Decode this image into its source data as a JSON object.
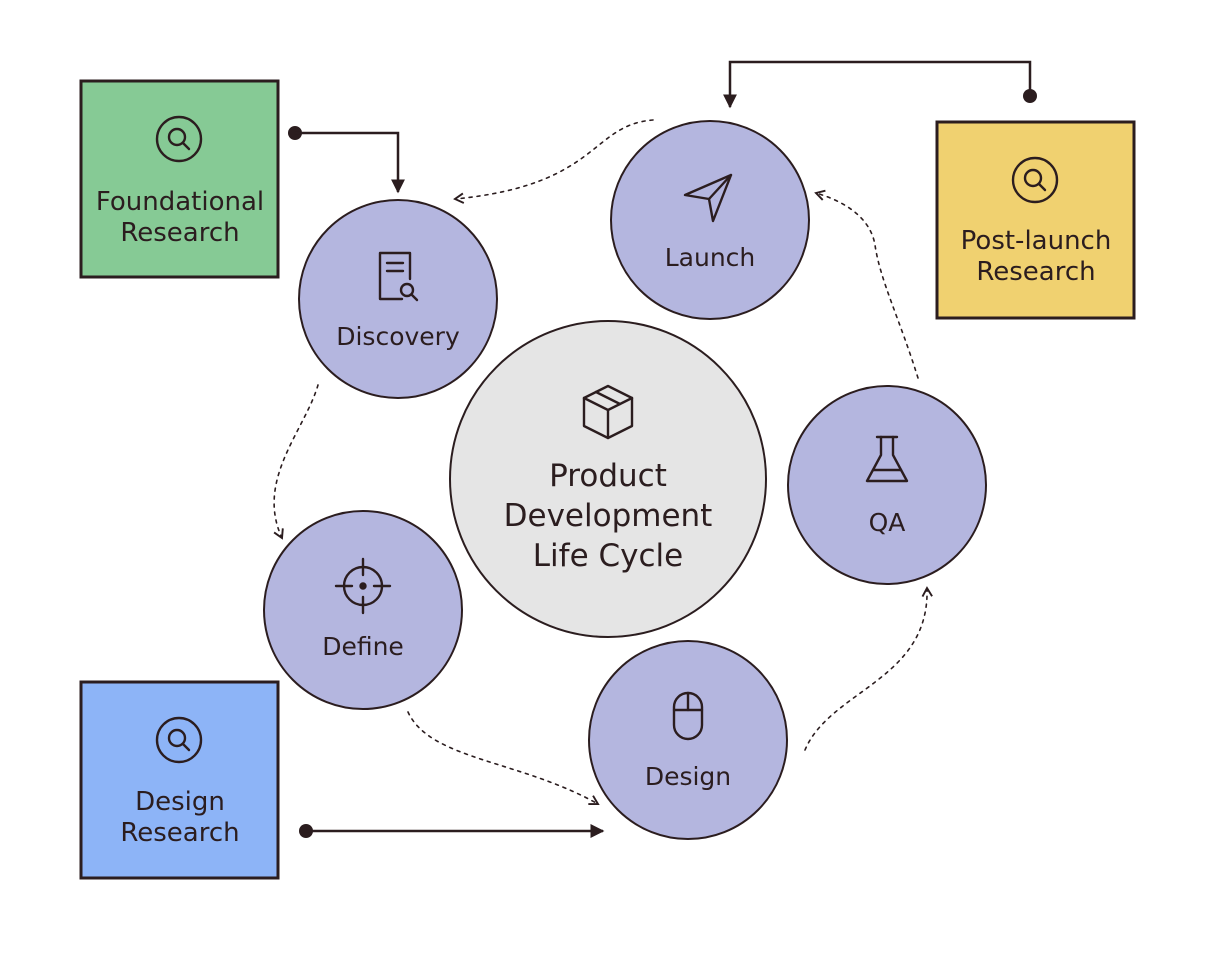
{
  "center": {
    "lines": [
      "Product",
      "Development",
      "Life Cycle"
    ],
    "icon": "box-icon"
  },
  "stages": {
    "discovery": {
      "label": "Discovery",
      "icon": "document-search-icon"
    },
    "define": {
      "label": "Define",
      "icon": "crosshair-icon"
    },
    "design": {
      "label": "Design",
      "icon": "mouse-icon"
    },
    "qa": {
      "label": "QA",
      "icon": "flask-icon"
    },
    "launch": {
      "label": "Launch",
      "icon": "paper-plane-icon"
    }
  },
  "research": {
    "foundational": {
      "lines": [
        "Foundational",
        "Research"
      ],
      "icon": "magnifier-icon",
      "color": "#86ca95",
      "feeds": "Discovery"
    },
    "design": {
      "lines": [
        "Design",
        "Research"
      ],
      "icon": "magnifier-icon",
      "color": "#8db4f7",
      "feeds": "Design"
    },
    "post_launch": {
      "lines": [
        "Post-launch",
        "Research"
      ],
      "icon": "magnifier-icon",
      "color": "#f0d170",
      "feeds": "Launch"
    }
  },
  "colors": {
    "stage_fill": "#b4b6df",
    "center_fill": "#e5e5e5",
    "stroke": "#2b1d1f"
  }
}
